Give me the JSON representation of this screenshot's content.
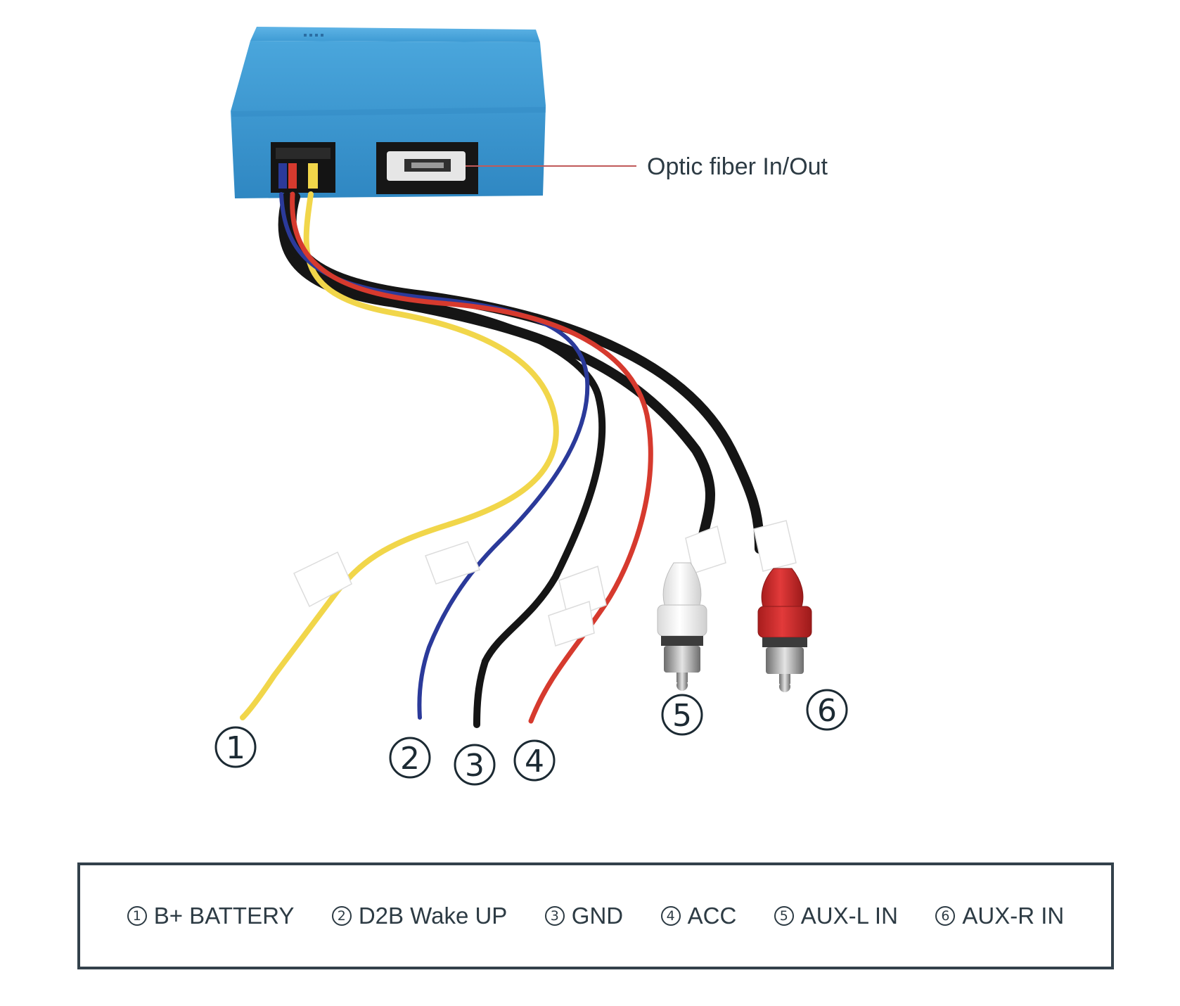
{
  "callout": {
    "label": "Optic fiber In/Out"
  },
  "wire_numbers": [
    "1",
    "2",
    "3",
    "4",
    "5",
    "6"
  ],
  "legend": [
    {
      "num": "1",
      "label": "B+ BATTERY"
    },
    {
      "num": "2",
      "label": "D2B Wake UP"
    },
    {
      "num": "3",
      "label": "GND"
    },
    {
      "num": "4",
      "label": "ACC"
    },
    {
      "num": "5",
      "label": "AUX-L IN"
    },
    {
      "num": "6",
      "label": "AUX-R IN"
    }
  ],
  "colors": {
    "box": "#3d9ad3",
    "yellow_wire": "#f1d64a",
    "blue_wire": "#2b3a9a",
    "black_wire": "#151515",
    "red_wire": "#d63a2e",
    "white_rca": "#f2f2f2",
    "red_rca": "#d02a2a",
    "callout_line": "#c05a5a",
    "legend_border": "#33414b"
  }
}
